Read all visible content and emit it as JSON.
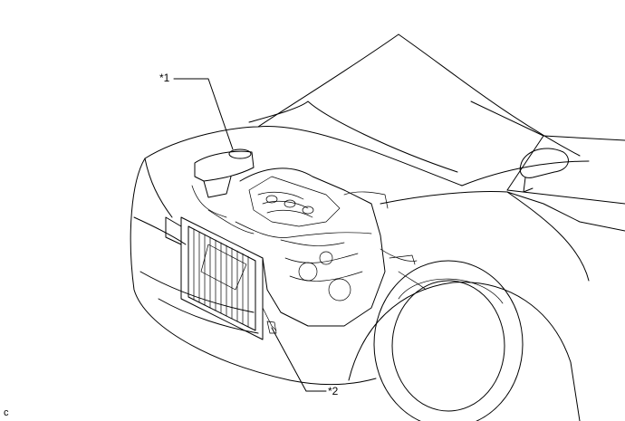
{
  "callouts": [
    {
      "label": "*1"
    },
    {
      "label": "*2"
    }
  ],
  "corner_code": "c"
}
